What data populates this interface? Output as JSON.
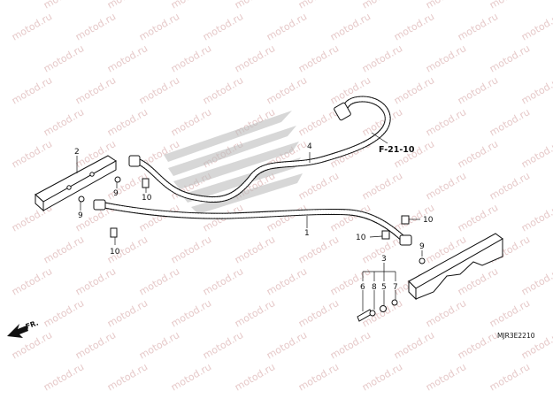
{
  "watermark": {
    "text": "motod.ru"
  },
  "reference": {
    "text": "F-21-10"
  },
  "direction": {
    "text": "FR."
  },
  "diagram_code": {
    "text": "MJR3E2210"
  },
  "callouts": [
    {
      "id": "c2",
      "text": "2"
    },
    {
      "id": "c4",
      "text": "4"
    },
    {
      "id": "c9a",
      "text": "9"
    },
    {
      "id": "c10a",
      "text": "10"
    },
    {
      "id": "c9b",
      "text": "9"
    },
    {
      "id": "c10b",
      "text": "10"
    },
    {
      "id": "c1",
      "text": "1"
    },
    {
      "id": "c10c",
      "text": "10"
    },
    {
      "id": "c10d",
      "text": "10"
    },
    {
      "id": "c9c",
      "text": "9"
    },
    {
      "id": "c3",
      "text": "3"
    },
    {
      "id": "c6",
      "text": "6"
    },
    {
      "id": "c8",
      "text": "8"
    },
    {
      "id": "c5",
      "text": "5"
    },
    {
      "id": "c7",
      "text": "7"
    }
  ]
}
